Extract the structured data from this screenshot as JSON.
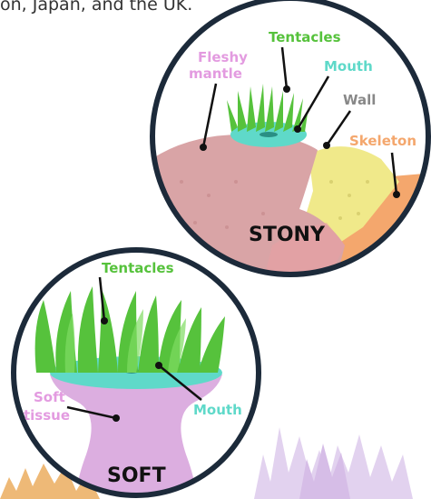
{
  "caption": "on, Japan, and the UK.",
  "stony": {
    "title": "STONY",
    "labels": {
      "tentacles": "Tentacles",
      "fleshy_mantle_line1": "Fleshy",
      "fleshy_mantle_line2": "mantle",
      "mouth": "Mouth",
      "wall": "Wall",
      "skeleton": "Skeleton"
    }
  },
  "soft": {
    "title": "SOFT",
    "labels": {
      "tentacles": "Tentacles",
      "soft_tissue_line1": "Soft",
      "soft_tissue_line2": "tissue",
      "mouth": "Mouth"
    }
  },
  "colors": {
    "tentacle_green": "#56c23c",
    "mouth_teal": "#5fd9c9",
    "mantle_pink": "#d4a0a2",
    "label_pink": "#e39be0",
    "skeleton_yellow": "#f0e98a",
    "skeleton_orange": "#f4a76d",
    "wall_gray": "#888888",
    "soft_tissue_purple": "#dcaee0",
    "outline": "#1c2a3a"
  }
}
